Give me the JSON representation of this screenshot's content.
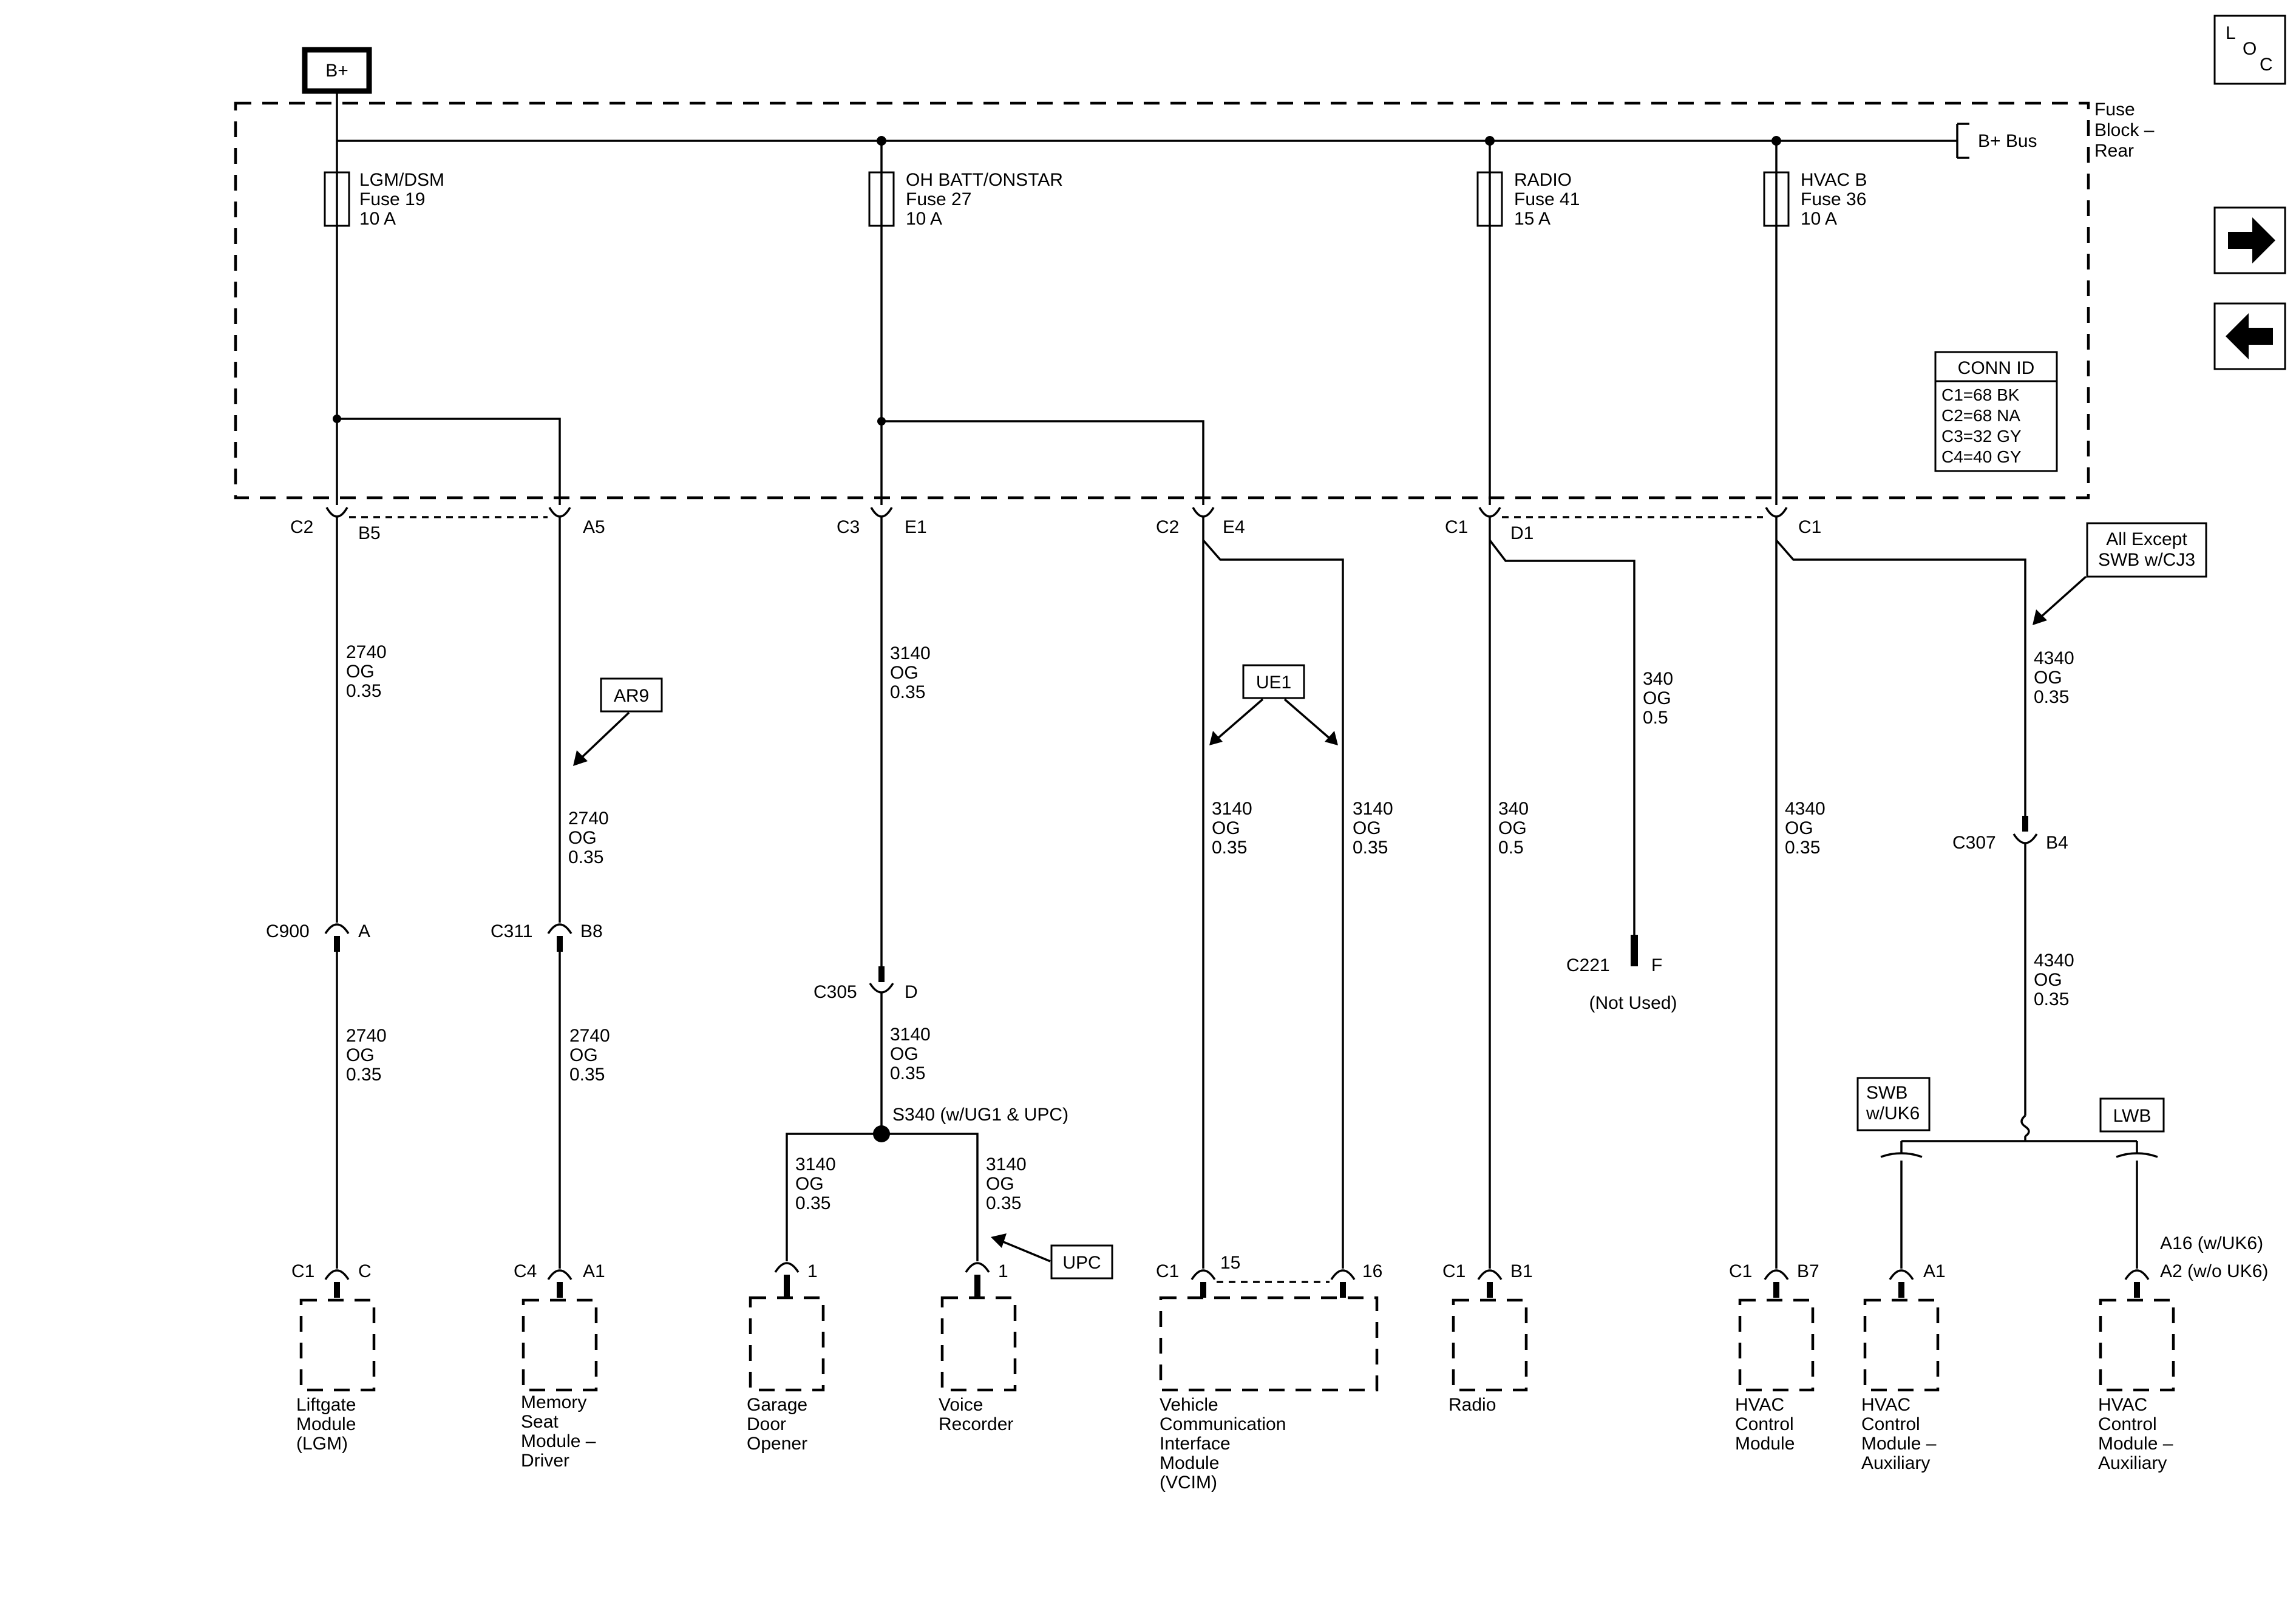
{
  "battery": "B+",
  "loc_letters": [
    "L",
    "O",
    "C"
  ],
  "fuse_block": {
    "title_lines": [
      "Fuse",
      "Block –",
      "Rear"
    ],
    "bus_label": "B+ Bus"
  },
  "fuses": [
    {
      "name": "LGM/DSM",
      "fuse": "Fuse 19",
      "rating": "10 A"
    },
    {
      "name": "OH BATT/ONSTAR",
      "fuse": "Fuse 27",
      "rating": "10 A"
    },
    {
      "name": "RADIO",
      "fuse": "Fuse 41",
      "rating": "15 A"
    },
    {
      "name": "HVAC B",
      "fuse": "Fuse 36",
      "rating": "10 A"
    }
  ],
  "conn_id": {
    "title": "CONN ID",
    "rows": [
      "C1=68 BK",
      "C2=68 NA",
      "C3=32 GY",
      "C4=40 GY"
    ]
  },
  "fuse_block_pins": [
    {
      "conn": "C2",
      "pin": "B5"
    },
    {
      "conn": "",
      "pin": "A5"
    },
    {
      "conn": "C3",
      "pin": "E1"
    },
    {
      "conn": "C2",
      "pin": "E4"
    },
    {
      "conn": "C1",
      "pin": "D1"
    },
    {
      "conn": "",
      "pin": "C1"
    }
  ],
  "wires": {
    "og035_2740": [
      "2740",
      "OG",
      "0.35"
    ],
    "og035_3140": [
      "3140",
      "OG",
      "0.35"
    ],
    "og05_340": [
      "340",
      "OG",
      "0.5"
    ],
    "og035_4340": [
      "4340",
      "OG",
      "0.35"
    ]
  },
  "option_boxes": {
    "ar9": "AR9",
    "ue1": "UE1",
    "upc": "UPC",
    "all_except": [
      "All Except",
      "SWB w/CJ3"
    ],
    "swb": [
      "SWB",
      "w/UK6"
    ],
    "lwb": "LWB"
  },
  "inline_connectors": [
    {
      "conn": "C900",
      "pin": "A"
    },
    {
      "conn": "C311",
      "pin": "B8"
    },
    {
      "conn": "C305",
      "pin": "D"
    },
    {
      "conn": "C307",
      "pin": "B4"
    },
    {
      "conn": "C221",
      "pin": "F"
    }
  ],
  "not_used": "(Not Used)",
  "splice": "S340 (w/UG1 & UPC)",
  "module_pins": [
    {
      "conn": "C1",
      "pin": "C"
    },
    {
      "conn": "C4",
      "pin": "A1"
    },
    {
      "conn": "",
      "pin": "1"
    },
    {
      "conn": "",
      "pin": "1"
    },
    {
      "conn": "C1",
      "pin": "15"
    },
    {
      "conn": "",
      "pin": "16"
    },
    {
      "conn": "C1",
      "pin": "B1"
    },
    {
      "conn": "C1",
      "pin": "B7"
    },
    {
      "conn": "",
      "pin": "A1"
    },
    {
      "conn": "",
      "pin": "A16 (w/UK6)"
    },
    {
      "conn": "",
      "pin": "A2 (w/o UK6)"
    }
  ],
  "modules": [
    [
      "Liftgate",
      "Module",
      "(LGM)"
    ],
    [
      "Memory",
      "Seat",
      "Module –",
      "Driver"
    ],
    [
      "Garage",
      "Door",
      "Opener"
    ],
    [
      "Voice",
      "Recorder"
    ],
    [
      "Vehicle",
      "Communication",
      "Interface",
      "Module",
      "(VCIM)"
    ],
    [
      "Radio"
    ],
    [
      "HVAC",
      "Control",
      "Module"
    ],
    [
      "HVAC",
      "Control",
      "Module –",
      "Auxiliary"
    ],
    [
      "HVAC",
      "Control",
      "Module –",
      "Auxiliary"
    ]
  ],
  "nav": {
    "next": "next-page-arrow",
    "prev": "previous-page-arrow"
  }
}
